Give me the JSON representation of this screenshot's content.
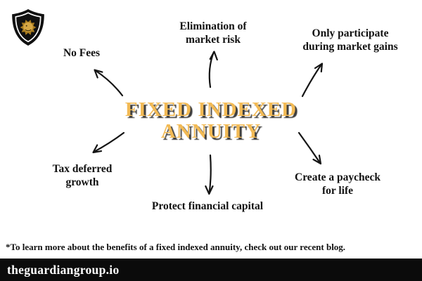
{
  "colors": {
    "gold_accent": "#F2BA55",
    "title_shadow": "#3D3D3D",
    "text": "#111111",
    "bar_background": "#0B0B0B",
    "bar_text": "#FFFFFF",
    "background": "#FFFFFF"
  },
  "logo": {
    "icon": "shield-lion-logo"
  },
  "diagram": {
    "title": {
      "line1": "FIXED INDEXED",
      "line2": "ANNUITY"
    },
    "benefits": [
      {
        "id": "no-fees",
        "label": "No Fees"
      },
      {
        "id": "elimination-market-risk",
        "label": "Elimination of market risk"
      },
      {
        "id": "participate-market-gains",
        "label": "Only participate during market gains"
      },
      {
        "id": "tax-deferred-growth",
        "label": "Tax deferred growth"
      },
      {
        "id": "protect-financial-capital",
        "label": "Protect financial capital"
      },
      {
        "id": "paycheck-for-life",
        "label": "Create a paycheck for life"
      }
    ]
  },
  "footer": {
    "note": "*To learn more about the benefits of a fixed indexed annuity, check out our recent blog.",
    "website": "theguardiangroup.io"
  }
}
